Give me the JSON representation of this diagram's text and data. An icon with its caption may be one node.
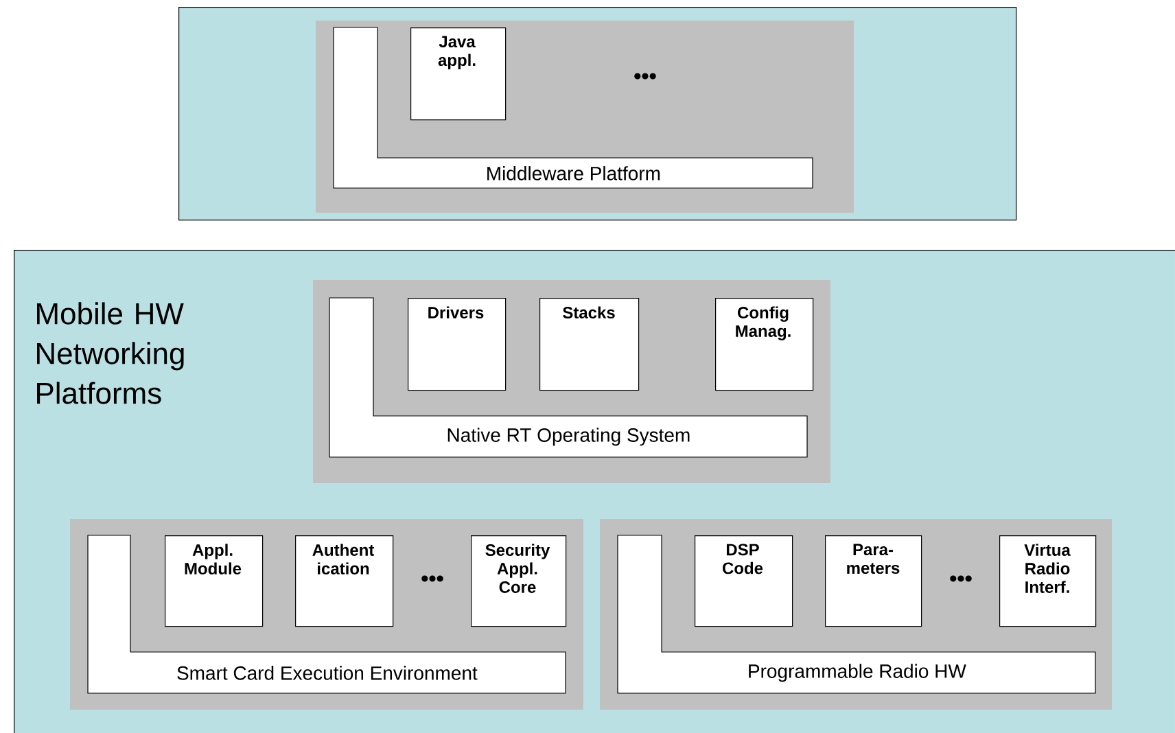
{
  "diagram": {
    "nodes": [
      {
        "text": [],
        "shape": "box"
      },
      {
        "text": [],
        "shape": "box",
        "in": 0
      },
      {
        "text": [
          "Middleware Platform"
        ],
        "in": 1
      },
      {
        "text": [
          "Java appl."
        ],
        "in": 1
      },
      {
        "text": [
          "Mobile HW Networking Platforms"
        ]
      },
      {
        "text": [],
        "shape": "box",
        "in": 4
      },
      {
        "text": [
          "Native RT Operating System"
        ],
        "in": 5
      },
      {
        "text": [
          "Drivers"
        ],
        "in": 5
      },
      {
        "text": [
          "Stacks"
        ],
        "in": 5
      },
      {
        "text": [
          "Config Manag."
        ],
        "in": 5
      },
      {
        "text": [],
        "shape": "box",
        "in": 4
      },
      {
        "text": [
          "Smart Card Execution Environment"
        ],
        "in": 10
      },
      {
        "text": [
          "Appl. Module"
        ],
        "in": 10
      },
      {
        "text": [
          "Authent ication"
        ],
        "in": 10
      },
      {
        "text": [
          "Security Appl. Core"
        ],
        "in": 10
      },
      {
        "text": [],
        "shape": "box",
        "in": 4
      },
      {
        "text": [
          "Programmable Radio HW"
        ],
        "in": 15
      },
      {
        "text": [
          "DSP Code"
        ],
        "in": 15
      },
      {
        "text": [
          "Para- meters"
        ],
        "in": 15
      },
      {
        "text": [
          "Virtua Radio Interf."
        ],
        "in": 15
      }
    ],
    "labels": [
      "•••",
      "•••",
      "•••"
    ]
  }
}
